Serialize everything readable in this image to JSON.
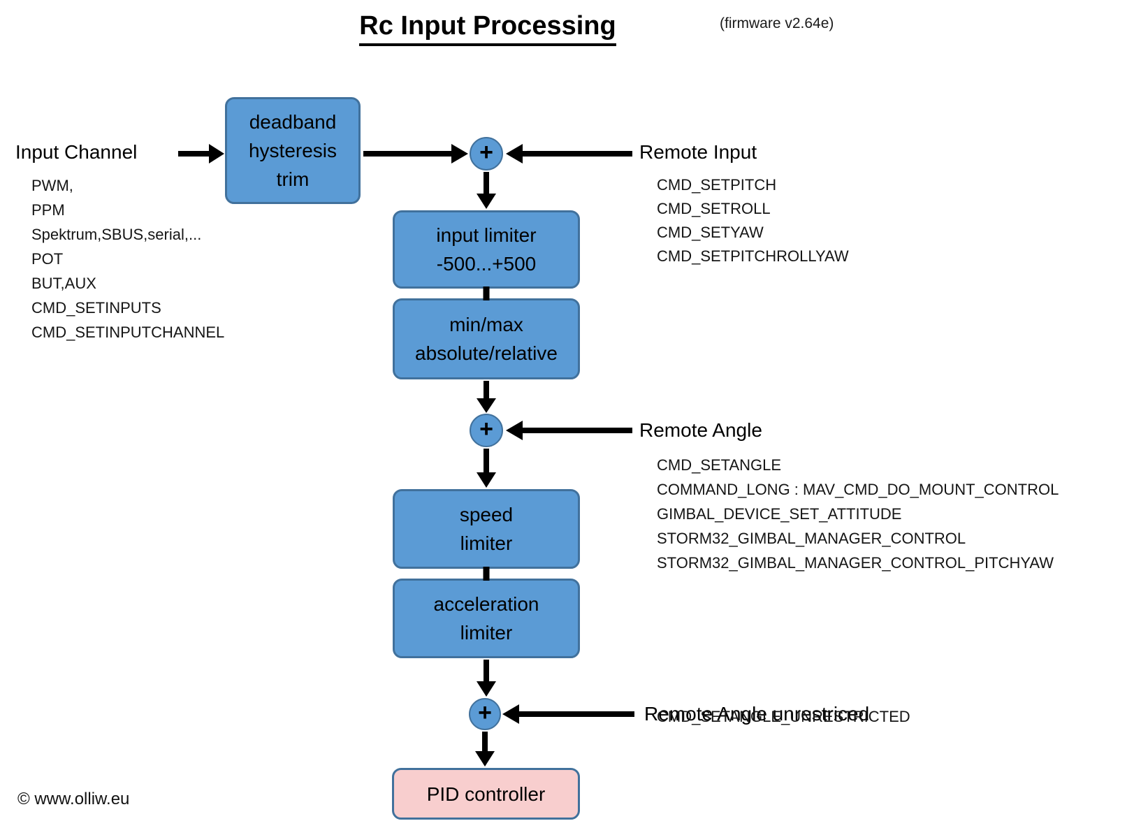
{
  "title": "Rc Input Processing",
  "firmware_note": "(firmware v2.64e)",
  "copyright": "© www.olliw.eu",
  "sum_symbol": "+",
  "colors": {
    "node_fill": "#5B9BD5",
    "node_border": "#41719C",
    "pid_fill": "#F8CECE",
    "arrow": "#000000"
  },
  "input_channel": {
    "label": "Input Channel",
    "items": [
      "PWM,",
      "PPM",
      "Spektrum,SBUS,serial,...",
      "POT",
      "BUT,AUX",
      "CMD_SETINPUTS",
      "CMD_SETINPUTCHANNEL"
    ]
  },
  "remote_input": {
    "label": "Remote Input",
    "items": [
      "CMD_SETPITCH",
      "CMD_SETROLL",
      "CMD_SETYAW",
      "CMD_SETPITCHROLLYAW"
    ]
  },
  "remote_angle": {
    "label": "Remote Angle",
    "items": [
      "CMD_SETANGLE",
      "COMMAND_LONG : MAV_CMD_DO_MOUNT_CONTROL",
      "GIMBAL_DEVICE_SET_ATTITUDE",
      "STORM32_GIMBAL_MANAGER_CONTROL",
      "STORM32_GIMBAL_MANAGER_CONTROL_PITCHYAW"
    ]
  },
  "remote_angle_unrestricted": {
    "label": "Remote Angle unrestriced",
    "items": [
      "CMD_SETANGLE_UNRESTRICTED"
    ]
  },
  "nodes": {
    "deadband": {
      "lines": [
        "deadband",
        "hysteresis",
        "trim"
      ]
    },
    "input_limiter": {
      "lines": [
        "input limiter",
        "-500...+500"
      ]
    },
    "minmax": {
      "lines": [
        "min/max",
        "absolute/relative"
      ]
    },
    "speed_limiter": {
      "lines": [
        "speed",
        "limiter"
      ]
    },
    "acceleration_limiter": {
      "lines": [
        "acceleration",
        "limiter"
      ]
    },
    "pid": {
      "lines": [
        "PID controller"
      ]
    }
  }
}
